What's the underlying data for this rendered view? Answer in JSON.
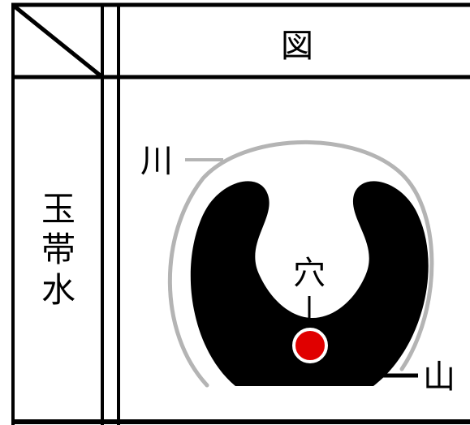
{
  "table": {
    "header": "図",
    "row_label": "玉帯水"
  },
  "diagram": {
    "river_label": "川",
    "mountain_label": "山",
    "cave_label": "穴",
    "colors": {
      "mountain": "#000000",
      "river": "#b4b4b4",
      "cave": "#e00000",
      "grid": "#000000"
    }
  }
}
